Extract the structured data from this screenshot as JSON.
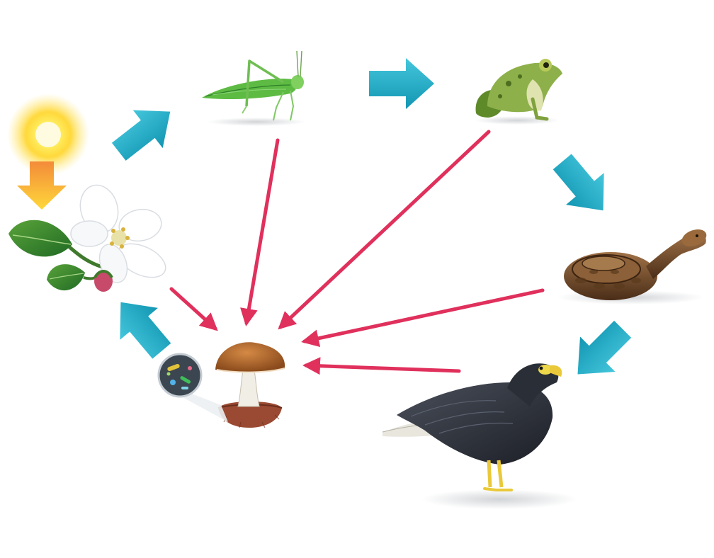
{
  "diagram": {
    "organisms": [
      {
        "id": "sun",
        "icon": "sun-icon"
      },
      {
        "id": "plant",
        "icon": "flower-icon"
      },
      {
        "id": "grasshopper",
        "icon": "grasshopper-icon"
      },
      {
        "id": "frog",
        "icon": "frog-icon"
      },
      {
        "id": "snake",
        "icon": "snake-icon"
      },
      {
        "id": "eagle",
        "icon": "eagle-icon"
      },
      {
        "id": "decomposer",
        "icon": "mushroom-icon"
      },
      {
        "id": "microbes",
        "icon": "microbes-icon"
      }
    ],
    "energy_flow": [
      {
        "from": "sun",
        "to": "plant"
      },
      {
        "from": "plant",
        "to": "grasshopper"
      },
      {
        "from": "grasshopper",
        "to": "frog"
      },
      {
        "from": "frog",
        "to": "snake"
      },
      {
        "from": "snake",
        "to": "eagle"
      },
      {
        "from": "decomposer",
        "to": "plant"
      }
    ],
    "decomposition_flow": [
      {
        "from": "plant",
        "to": "decomposer"
      },
      {
        "from": "grasshopper",
        "to": "decomposer"
      },
      {
        "from": "frog",
        "to": "decomposer"
      },
      {
        "from": "snake",
        "to": "decomposer"
      },
      {
        "from": "eagle",
        "to": "decomposer"
      }
    ],
    "colors": {
      "flow_arrow": "#1eaec8",
      "decomposition_arrow": "#e0305c",
      "sun_arrow_top": "#f59a3c",
      "sun_arrow_bottom": "#ffd23a"
    }
  }
}
